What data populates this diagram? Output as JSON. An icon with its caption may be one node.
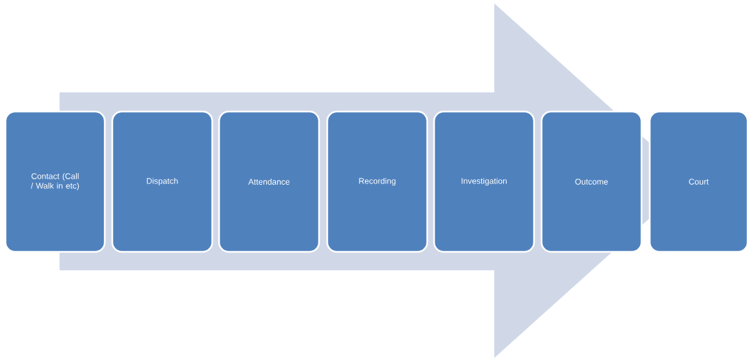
{
  "diagram": {
    "nodes": [
      {
        "text": [
          "Contact (Call / Walk in etc)"
        ]
      },
      {
        "text": [
          "Dispatch"
        ]
      },
      {
        "text": [
          "Attendance"
        ]
      },
      {
        "text": [
          "Recording"
        ]
      },
      {
        "text": [
          "Investigation"
        ]
      },
      {
        "text": [
          "Outcome"
        ]
      },
      {
        "text": [
          "Court"
        ]
      }
    ],
    "edges": [
      {
        "from": 0,
        "to": 6,
        "arrow": "to"
      }
    ]
  }
}
